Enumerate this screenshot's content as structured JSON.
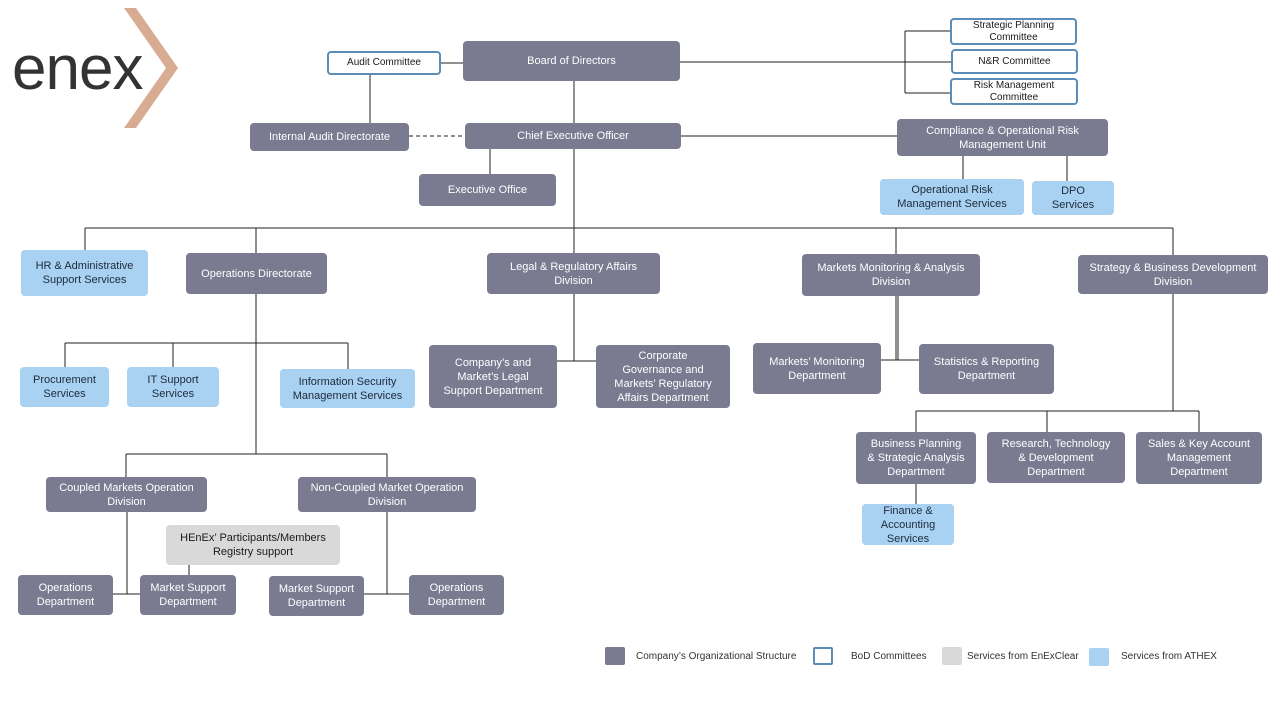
{
  "logo": {
    "text": "enex",
    "name": "enex-logo"
  },
  "colors": {
    "org": "#7a7a91",
    "athex": "#a8d1f2",
    "enexclear": "#d9d9d9",
    "bod_border": "#5b8db8",
    "logo_chevron": "#d8ac92",
    "line": "#222222"
  },
  "boxes": {
    "audit_committee": "Audit Committee",
    "board": "Board of Directors",
    "strategic_planning": "Strategic Planning\nCommittee",
    "nr_committee": "N&R Committee",
    "risk_committee": "Risk Management\nCommittee",
    "internal_audit": "Internal Audit Directorate",
    "ceo": "Chief Executive Officer",
    "compliance": "Compliance & Operational Risk\nManagement Unit",
    "executive_office": "Executive Office",
    "oper_risk_services": "Operational Risk\nManagement Services",
    "dpo": "DPO\nServices",
    "hr": "HR & Administrative\nSupport Services",
    "operations_directorate": "Operations Directorate",
    "legal_division": "Legal & Regulatory Affairs\nDivision",
    "markets_monitoring_division": "Markets Monitoring & Analysis\nDivision",
    "strategy_division": "Strategy & Business Development\nDivision",
    "procurement": "Procurement\nServices",
    "it_support": "IT Support\nServices",
    "infosec": "Information Security\nManagement Services",
    "legal_support_dept": "Company’s and\nMarket’s Legal\nSupport Department",
    "corporate_governance": "Corporate\nGovernance and\nMarkets’ Regulatory\nAffairs Department",
    "markets_monitoring_dept": "Markets’ Monitoring\nDepartment",
    "statistics": "Statistics & Reporting\nDepartment",
    "business_planning": "Business Planning\n& Strategic Analysis\nDepartment",
    "research": "Research, Technology\n& Development\nDepartment",
    "sales": "Sales & Key Account\nManagement\nDepartment",
    "finance": "Finance &\nAccounting\nServices",
    "coupled": "Coupled Markets Operation\nDivision",
    "non_coupled": "Non-Coupled Market Operation\nDivision",
    "henex_registry": "HEnEx’ Participants/Members\nRegistry support",
    "ops_dept_left": "Operations\nDepartment",
    "market_support_left": "Market Support\nDepartment",
    "market_support_right": "Market Support\nDepartment",
    "ops_dept_right": "Operations\nDepartment"
  },
  "legend": {
    "org": "Company’s Organizational Structure",
    "bod": "BoD Committees",
    "enexclear": "Services from EnExClear",
    "athex": "Services from ATHEX"
  }
}
